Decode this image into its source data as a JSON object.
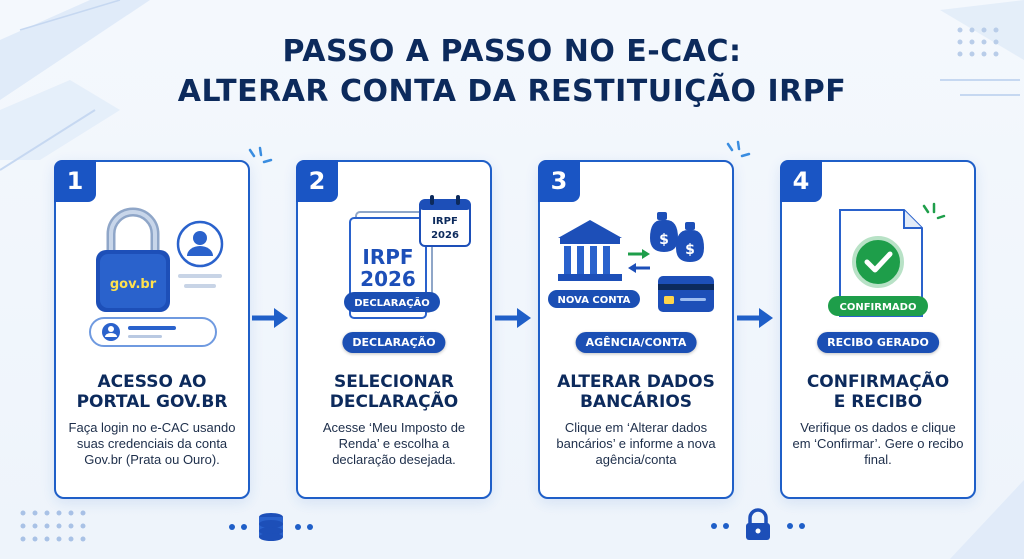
{
  "title_line1": "PASSO A PASSO NO E-CAC:",
  "title_line2": "ALTERAR CONTA DA RESTITUIÇÃO IRPF",
  "colors": {
    "primary": "#1a55c4",
    "dark": "#0c2a5c",
    "success": "#1e9e4a",
    "card_border": "#1f5fc8"
  },
  "steps": [
    {
      "number": "1",
      "heading_line1": "ACESSO AO",
      "heading_line2": "PORTAL GOV.BR",
      "description": "Faça login no e-CAC usando suas credenciais da conta Gov.br (Prata ou Ouro).",
      "icons": [
        "padlock-icon",
        "user-avatar-icon",
        "login-field-icon"
      ],
      "lock_label": "gov.br"
    },
    {
      "number": "2",
      "heading_line1": "SELECIONAR",
      "heading_line2": "DECLARAÇÃO",
      "description": "Acesse ‘Meu Imposto de Renda’ e escolha a declaração desejada.",
      "doc_title": "IRPF",
      "doc_year": "2026",
      "calendar_line1": "IRPF",
      "calendar_line2": "2026",
      "doc_banner": "DECLARAÇÃO",
      "pill": "DECLARAÇÃO",
      "icons": [
        "document-icon",
        "calendar-icon"
      ]
    },
    {
      "number": "3",
      "heading_line1": "ALTERAR DADOS",
      "heading_line2": "BANCÁRIOS",
      "description": "Clique em ‘Alterar dados bancários’ e informe a nova agência/conta",
      "bank_label": "NOVA CONTA",
      "money_symbol": "$",
      "pill": "AGÊNCIA/CONTA",
      "icons": [
        "bank-icon",
        "money-bag-icon",
        "transfer-arrows-icon",
        "credit-card-icon"
      ]
    },
    {
      "number": "4",
      "heading_line1": "CONFIRMAÇÃO",
      "heading_line2": "E RECIBO",
      "description": "Verifique os dados e clique em ‘Confirmar’. Gere o recibo final.",
      "doc_banner": "CONFIRMADO",
      "pill": "RECIBO GERADO",
      "icons": [
        "receipt-document-icon",
        "check-circle-icon"
      ]
    }
  ]
}
